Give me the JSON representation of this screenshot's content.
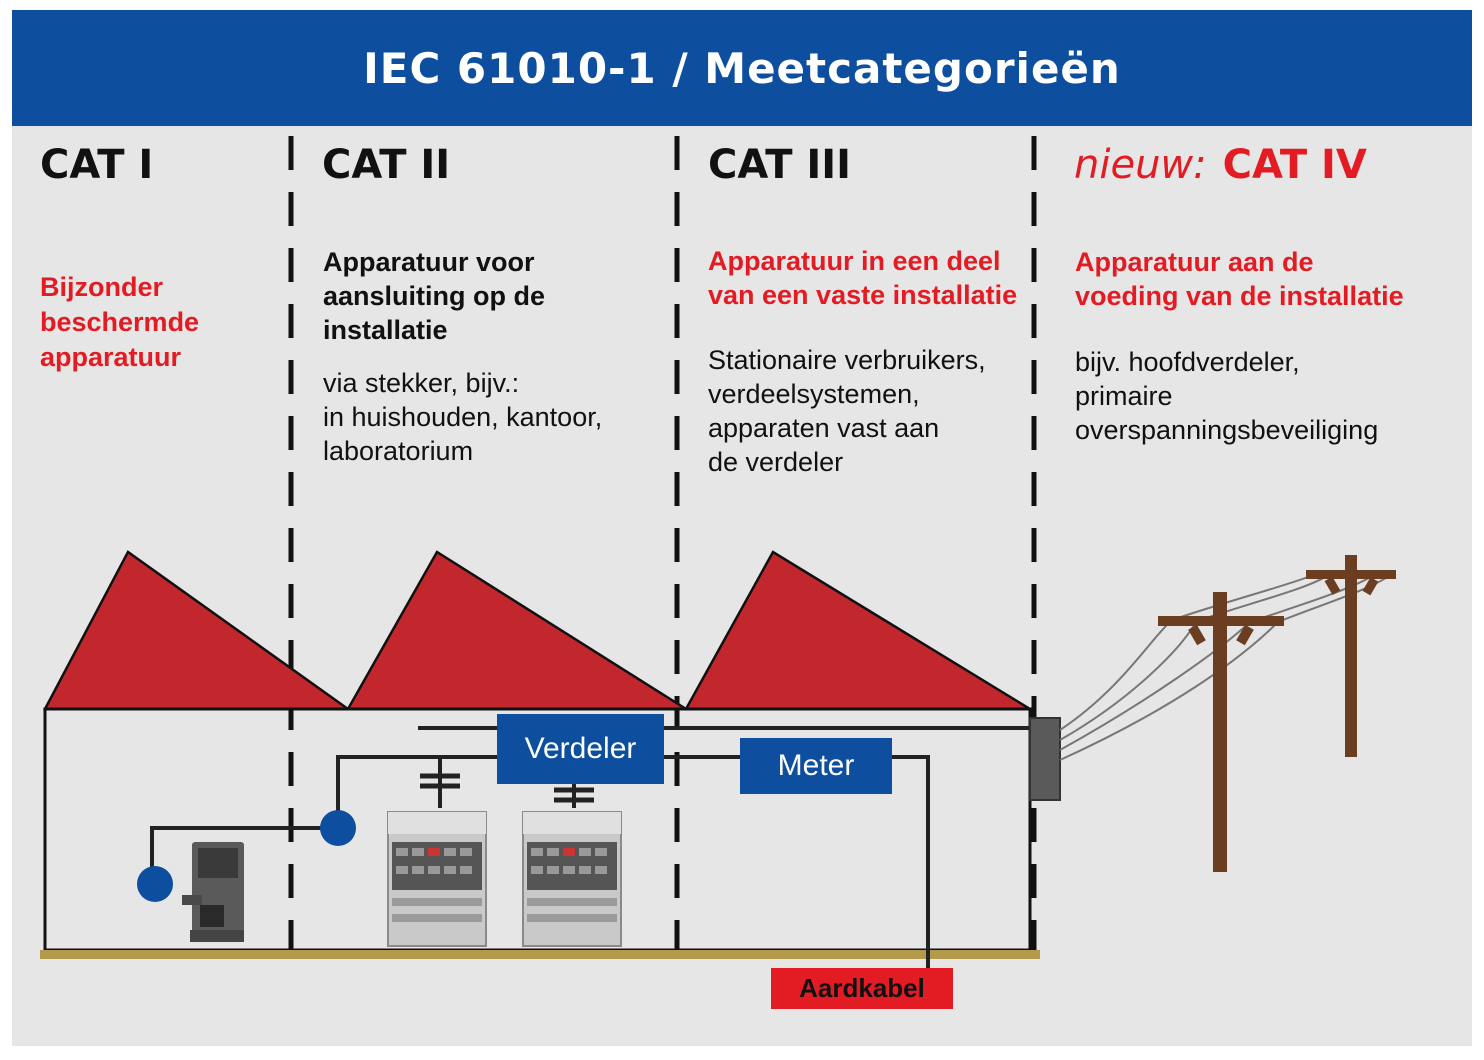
{
  "header": {
    "title": "IEC 61010-1 / Meetcategorieën"
  },
  "categories": [
    {
      "title": "CAT I",
      "headline": "Bijzonder\nbeschermde\napparatuur",
      "detail": ""
    },
    {
      "title": "CAT II",
      "headline": "Apparatuur voor\naansluiting op de\ninstallatie",
      "detail": "via stekker, bijv.:\nin huishouden, kantoor,\nlaboratorium"
    },
    {
      "title": "CAT III",
      "headline": "Apparatuur in een deel\nvan een vaste installatie",
      "detail": "Stationaire verbruikers,\nverdeelsystemen,\napparaten vast aan\nde verdeler"
    },
    {
      "prefix": "nieuw:",
      "title": "CAT IV",
      "headline": "Apparatuur aan de\nvoeding van de installatie",
      "detail": "bijv. hoofdverdeler,\nprimaire\noverspanningsbeveiliging"
    }
  ],
  "labels": {
    "verdeler": "Verdeler",
    "meter": "Meter",
    "aardkabel": "Aardkabel"
  },
  "colors": {
    "header_blue": "#0d4f9e",
    "accent_red": "#e31b23",
    "roof_red": "#c1272d",
    "ground": "#b39a4a",
    "pole_brown": "#6b3e22"
  },
  "icons": [
    "coffee-machine-icon",
    "electrical-cabinet-icon",
    "utility-pole-icon",
    "connection-point-icon"
  ]
}
